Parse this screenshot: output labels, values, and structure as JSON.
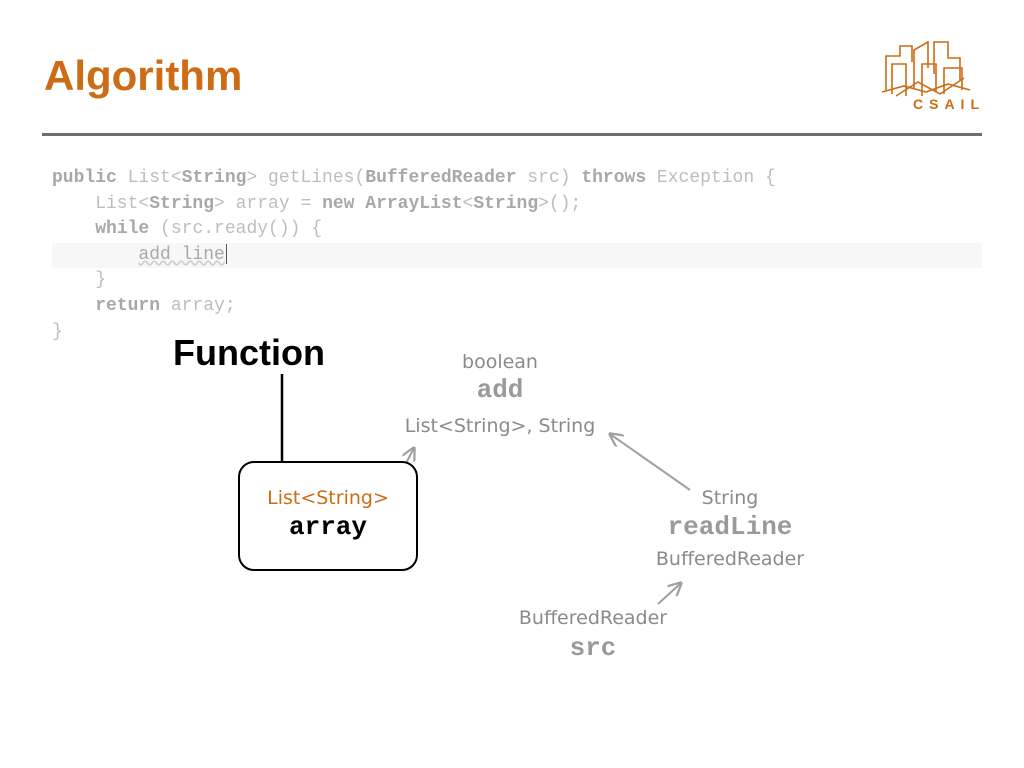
{
  "slide": {
    "title": "Algorithm",
    "logo_text": "CSAIL"
  },
  "code": {
    "lines": [
      {
        "segments": [
          {
            "text": "public",
            "kind": "kw"
          },
          {
            "text": " List<",
            "kind": "plain"
          },
          {
            "text": "String",
            "kind": "kw"
          },
          {
            "text": "> getLines(",
            "kind": "plain"
          },
          {
            "text": "BufferedReader",
            "kind": "kw"
          },
          {
            "text": " src) ",
            "kind": "plain"
          },
          {
            "text": "throws",
            "kind": "kw"
          },
          {
            "text": " Exception {",
            "kind": "plain"
          }
        ]
      },
      {
        "segments": [
          {
            "text": "    List<",
            "kind": "plain"
          },
          {
            "text": "String",
            "kind": "kw"
          },
          {
            "text": "> array = ",
            "kind": "plain"
          },
          {
            "text": "new",
            "kind": "kw"
          },
          {
            "text": " ",
            "kind": "plain"
          },
          {
            "text": "ArrayList",
            "kind": "kw"
          },
          {
            "text": "<",
            "kind": "plain"
          },
          {
            "text": "String",
            "kind": "kw"
          },
          {
            "text": ">();",
            "kind": "plain"
          }
        ]
      },
      {
        "segments": [
          {
            "text": "    ",
            "kind": "plain"
          },
          {
            "text": "while",
            "kind": "kw"
          },
          {
            "text": " (src.ready()) {",
            "kind": "plain"
          }
        ]
      },
      {
        "highlighted": true,
        "caret": true,
        "segments": [
          {
            "text": "        ",
            "kind": "plain"
          },
          {
            "text": "add line",
            "kind": "hole"
          }
        ]
      },
      {
        "segments": [
          {
            "text": "    }",
            "kind": "plain"
          }
        ]
      },
      {
        "segments": [
          {
            "text": "    ",
            "kind": "plain"
          },
          {
            "text": "return",
            "kind": "kw"
          },
          {
            "text": " array;",
            "kind": "plain"
          }
        ]
      },
      {
        "segments": [
          {
            "text": "}",
            "kind": "plain"
          }
        ]
      }
    ]
  },
  "diagram": {
    "function_label": "Function",
    "nodes": {
      "add": {
        "return_type": "boolean",
        "name": "add",
        "params": "List<String>, String"
      },
      "array": {
        "type": "List<String>",
        "name": "array"
      },
      "readLine": {
        "return_type": "String",
        "name": "readLine",
        "params": "BufferedReader"
      },
      "src": {
        "type": "BufferedReader",
        "name": "src"
      }
    },
    "colors": {
      "accent": "#cc6c14",
      "arrow": "#a0a0a0",
      "faded_text": "#8a8a8a"
    }
  }
}
